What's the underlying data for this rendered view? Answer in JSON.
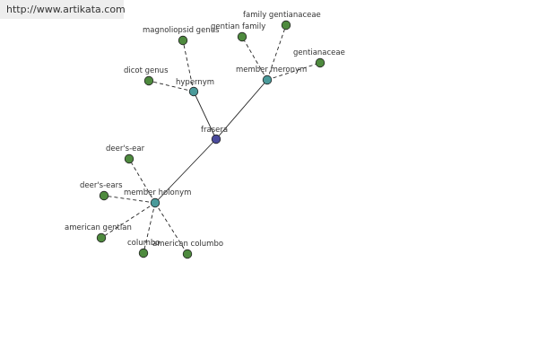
{
  "banner": {
    "url_text": "http://www.artikata.com"
  },
  "colors": {
    "center_node": "#4a4a9c",
    "relation_node": "#4a9a9a",
    "leaf_node": "#4e8a3e",
    "node_stroke": "#222222",
    "edge": "#222222"
  },
  "graph": {
    "center": {
      "id": "frasera",
      "label": "frasera",
      "kind": "center"
    },
    "relations": [
      {
        "id": "hypernym",
        "label": "hypernym",
        "kind": "relation"
      },
      {
        "id": "member-meronym",
        "label": "member meronym",
        "kind": "relation"
      },
      {
        "id": "member-holonym",
        "label": "member holonym",
        "kind": "relation"
      }
    ],
    "leaves": [
      {
        "id": "magnoliopsid-genus",
        "label": "magnoliopsid genus",
        "parent": "hypernym"
      },
      {
        "id": "dicot-genus",
        "label": "dicot genus",
        "parent": "hypernym"
      },
      {
        "id": "family-gentianaceae",
        "label": "family gentianaceae",
        "parent": "member-meronym"
      },
      {
        "id": "gentian-family",
        "label": "gentian family",
        "parent": "member-meronym"
      },
      {
        "id": "gentianaceae",
        "label": "gentianaceae",
        "parent": "member-meronym"
      },
      {
        "id": "deers-ear",
        "label": "deer's-ear",
        "parent": "member-holonym"
      },
      {
        "id": "deers-ears",
        "label": "deer's-ears",
        "parent": "member-holonym"
      },
      {
        "id": "american-gentian",
        "label": "american gentian",
        "parent": "member-holonym"
      },
      {
        "id": "columbo",
        "label": "columbo",
        "parent": "member-holonym"
      },
      {
        "id": "american-columbo",
        "label": "american columbo",
        "parent": "member-holonym"
      }
    ]
  }
}
